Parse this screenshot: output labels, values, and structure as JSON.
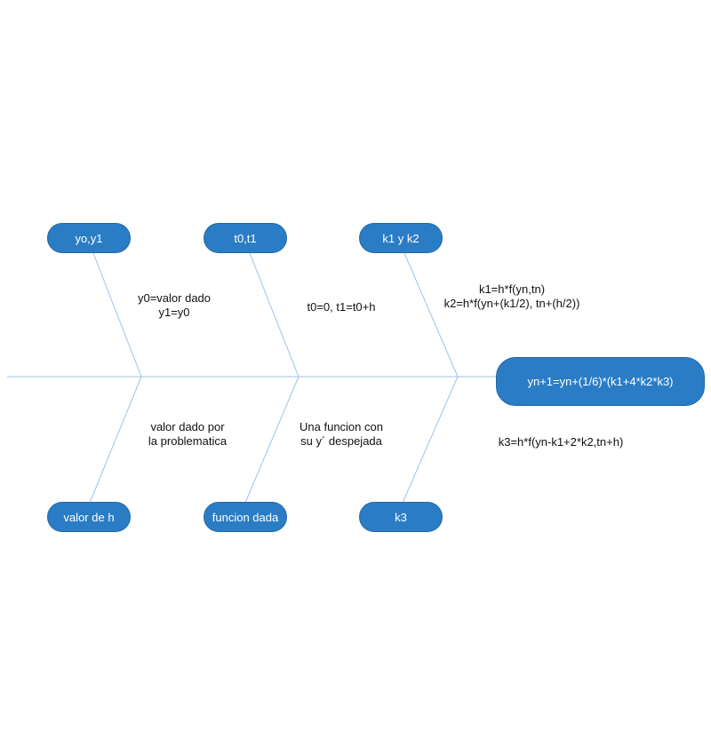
{
  "effect": {
    "label": "yn+1=yn+(1/6)*(k1+4*k2*k3)"
  },
  "causes": {
    "top": [
      {
        "label": "yo,y1",
        "note": [
          "y0=valor dado",
          "y1=y0"
        ]
      },
      {
        "label": "t0,t1",
        "note": [
          "t0=0, t1=t0+h"
        ]
      },
      {
        "label": "k1 y k2",
        "note": [
          "k1=h*f(yn,tn)",
          "k2=h*f(yn+(k1/2), tn+(h/2))"
        ]
      }
    ],
    "bottom": [
      {
        "label": "valor de h",
        "note": [
          "valor dado por",
          "la problematica"
        ]
      },
      {
        "label": "funcion dada",
        "note": [
          "Una funcion con",
          "su y´ despejada"
        ]
      },
      {
        "label": "k3",
        "note": [
          "k3=h*f(yn-k1+2*k2,tn+h)"
        ]
      }
    ]
  },
  "colors": {
    "node_fill": "#2a7dc5",
    "line": "#9dc3e6",
    "text": "#111111"
  }
}
